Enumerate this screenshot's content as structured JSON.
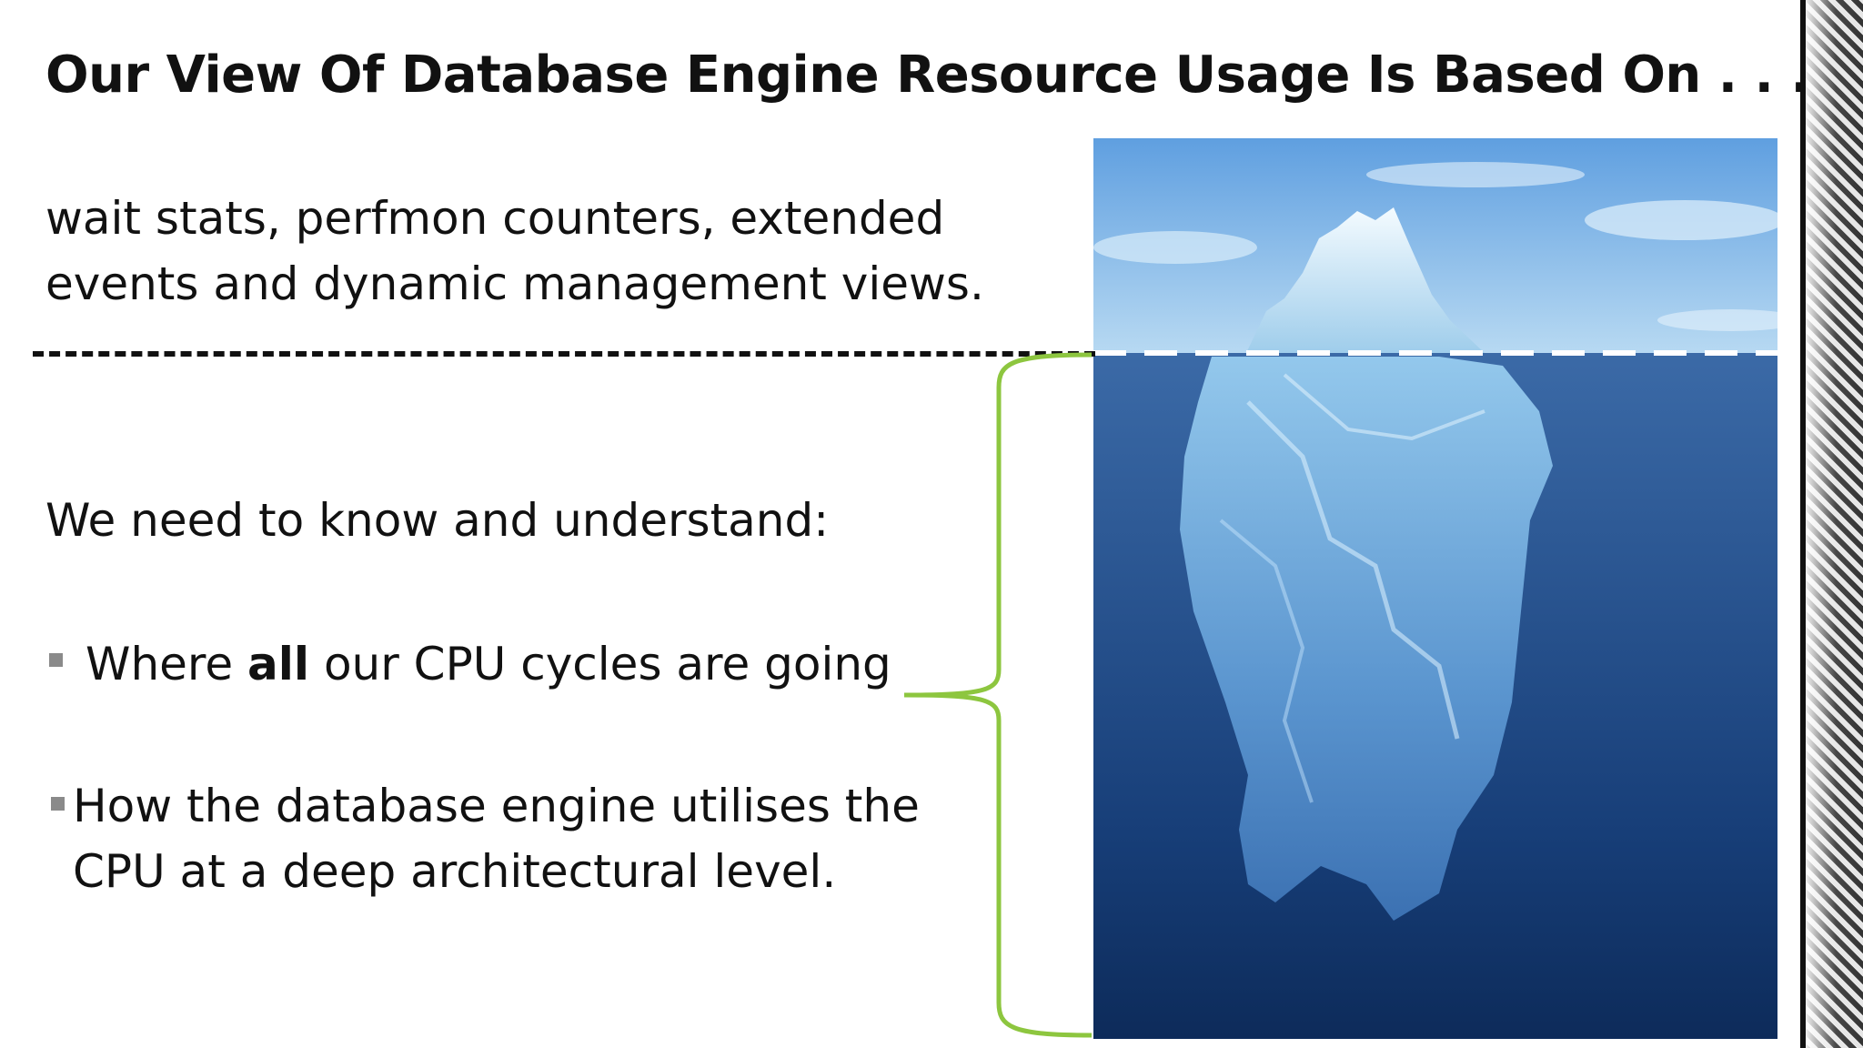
{
  "slide": {
    "title": "Our View Of Database Engine Resource Usage Is Based On . . .",
    "intro": {
      "line1": "wait stats, perfmon counters, extended",
      "line2": "events and dynamic management views."
    },
    "need": "We need to know and understand:",
    "bullets": [
      {
        "before": "Where ",
        "bold": "all",
        "after": " our CPU cycles are going"
      },
      {
        "line1": "How the database engine utilises the",
        "line2": "CPU at a deep architectural level."
      }
    ]
  },
  "colors": {
    "brace": "#8dc63f",
    "sea": "#1f4f93",
    "sky": "#84b9e8",
    "ice": "#c7eaff",
    "bullet_marker": "#8a8a8a"
  },
  "icons": {
    "bullet": "square-bullet-icon",
    "brace": "curly-brace-icon"
  }
}
